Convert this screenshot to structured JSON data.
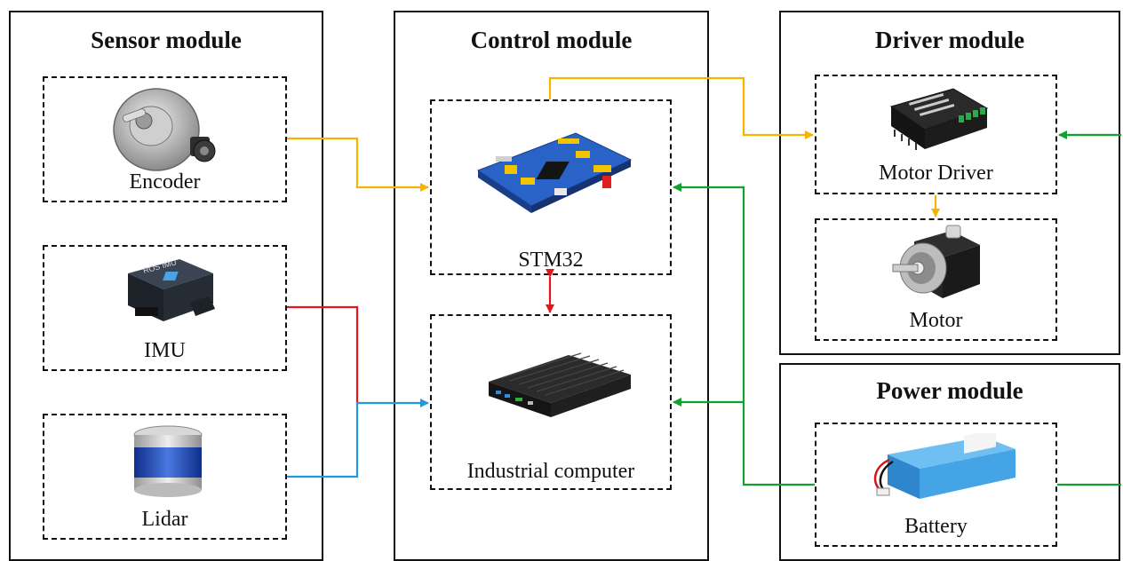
{
  "modules": {
    "sensor": {
      "title": "Sensor module",
      "encoder": {
        "label": "Encoder",
        "icon": "encoder-icon"
      },
      "imu": {
        "label": "IMU",
        "icon": "imu-icon",
        "device_text": "ROS IMU"
      },
      "lidar": {
        "label": "Lidar",
        "icon": "lidar-icon"
      }
    },
    "control": {
      "title": "Control module",
      "stm32": {
        "label": "STM32",
        "icon": "stm32-board-icon"
      },
      "computer": {
        "label": "Industrial computer",
        "icon": "industrial-computer-icon"
      }
    },
    "driver": {
      "title": "Driver module",
      "motor_driver": {
        "label": "Motor Driver",
        "icon": "motor-driver-icon"
      },
      "motor": {
        "label": "Motor",
        "icon": "motor-icon"
      }
    },
    "power": {
      "title": "Power module",
      "battery": {
        "label": "Battery",
        "icon": "battery-icon"
      }
    }
  },
  "colors": {
    "signal": "#f5b400",
    "imu_link": "#e8141c",
    "data_link": "#1e9be0",
    "power_link": "#12a12e",
    "border": "#111111"
  }
}
